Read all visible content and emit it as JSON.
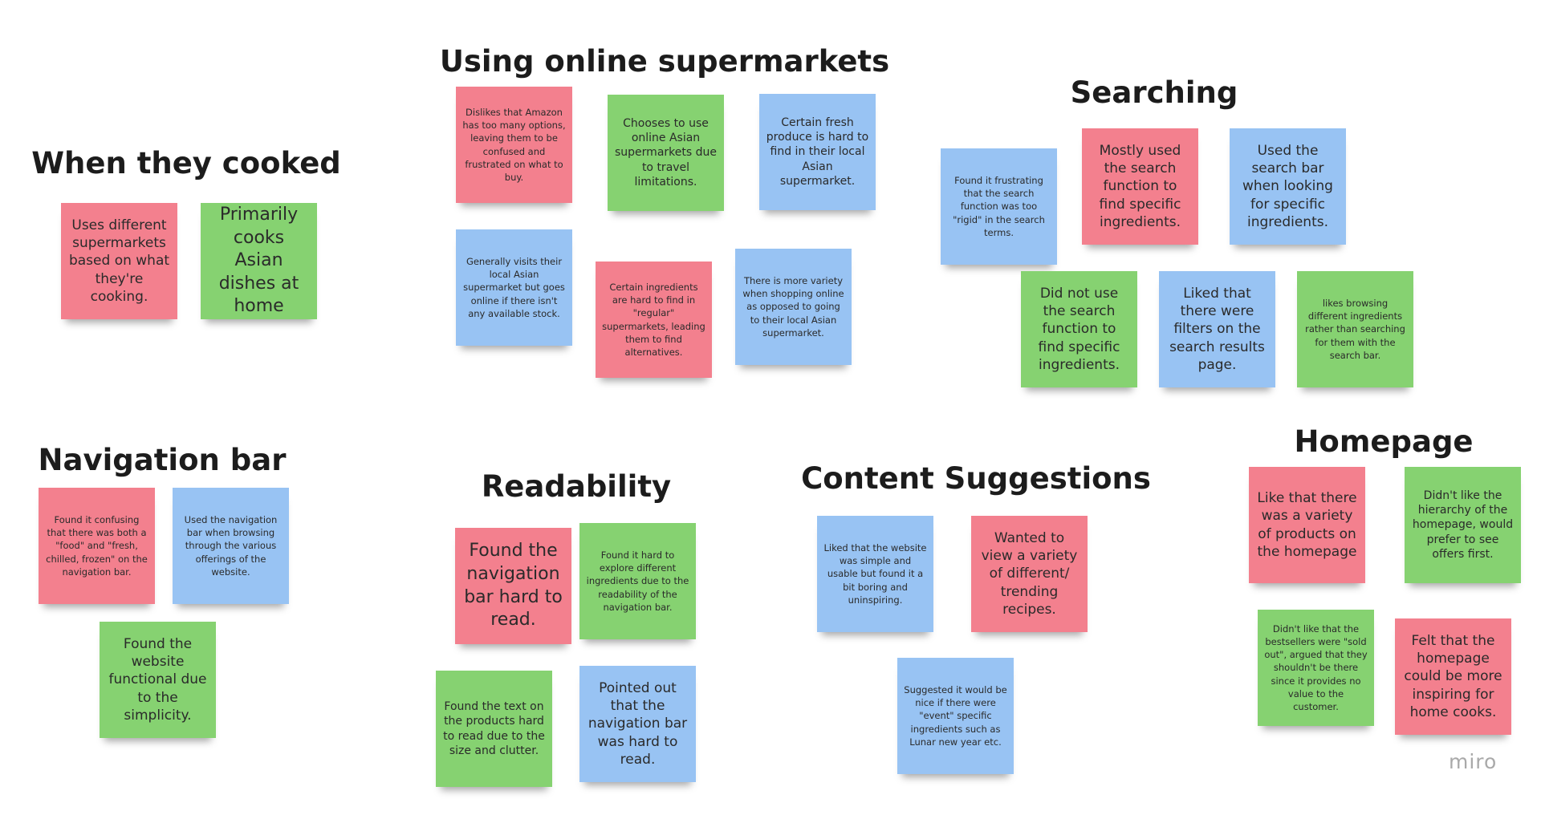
{
  "board": {
    "watermark": "miro",
    "colors": {
      "pink": "#f3808e",
      "green": "#86d271",
      "blue": "#98c3f3"
    }
  },
  "sections": {
    "cooked": {
      "title": "When they cooked",
      "notes": [
        "Uses different supermarkets based on what they're cooking.",
        "Primarily cooks Asian dishes at home"
      ]
    },
    "online": {
      "title": "Using online supermarkets",
      "notes": [
        "Dislikes that Amazon has too many options, leaving them to be confused and frustrated on what to buy.",
        "Chooses to use online Asian supermarkets due to travel limitations.",
        "Certain fresh produce is hard to find in their local Asian supermarket.",
        "Generally visits their local Asian supermarket but goes online if there isn't any available stock.",
        "Certain ingredients are hard to find in \"regular\" supermarkets, leading them to find alternatives.",
        "There is more variety when shopping online as opposed to going to their local Asian supermarket."
      ]
    },
    "searching": {
      "title": "Searching",
      "notes": [
        "Found it frustrating that the search function was too \"rigid\" in the search terms.",
        "Mostly used the search function to find specific ingredients.",
        "Used the search bar when looking for specific ingredients.",
        "Did not use the search function to find specific ingredients.",
        "Liked that there were filters on the search results page.",
        "likes browsing different ingredients rather than searching for them with the search bar."
      ]
    },
    "navigation": {
      "title": "Navigation bar",
      "notes": [
        "Found it confusing that there was both a \"food\" and \"fresh, chilled, frozen\" on the navigation bar.",
        "Used the navigation bar when browsing through the various offerings of the website.",
        "Found the website functional due to the simplicity."
      ]
    },
    "readability": {
      "title": "Readability",
      "notes": [
        "Found the navigation bar hard to read.",
        "Found it hard to explore different ingredients due to the readability of the navigation bar.",
        "Found the text on the products hard to read due to the size and clutter.",
        "Pointed out that the navigation bar was hard to read."
      ]
    },
    "content": {
      "title": "Content Suggestions",
      "notes": [
        "Liked that the website was simple and usable but found it a bit boring and uninspiring.",
        "Wanted to view a variety of different/ trending recipes.",
        "Suggested it would be nice if there were \"event\" specific ingredients such as Lunar new year etc."
      ]
    },
    "homepage": {
      "title": "Homepage",
      "notes": [
        "Like that there was a variety of products on the homepage",
        "Didn't like the hierarchy of the homepage, would prefer to see offers first.",
        "Didn't like that the bestsellers were \"sold out\", argued that they shouldn't be there since it provides no value to the customer.",
        "Felt that the homepage could be more inspiring for home cooks."
      ]
    }
  }
}
